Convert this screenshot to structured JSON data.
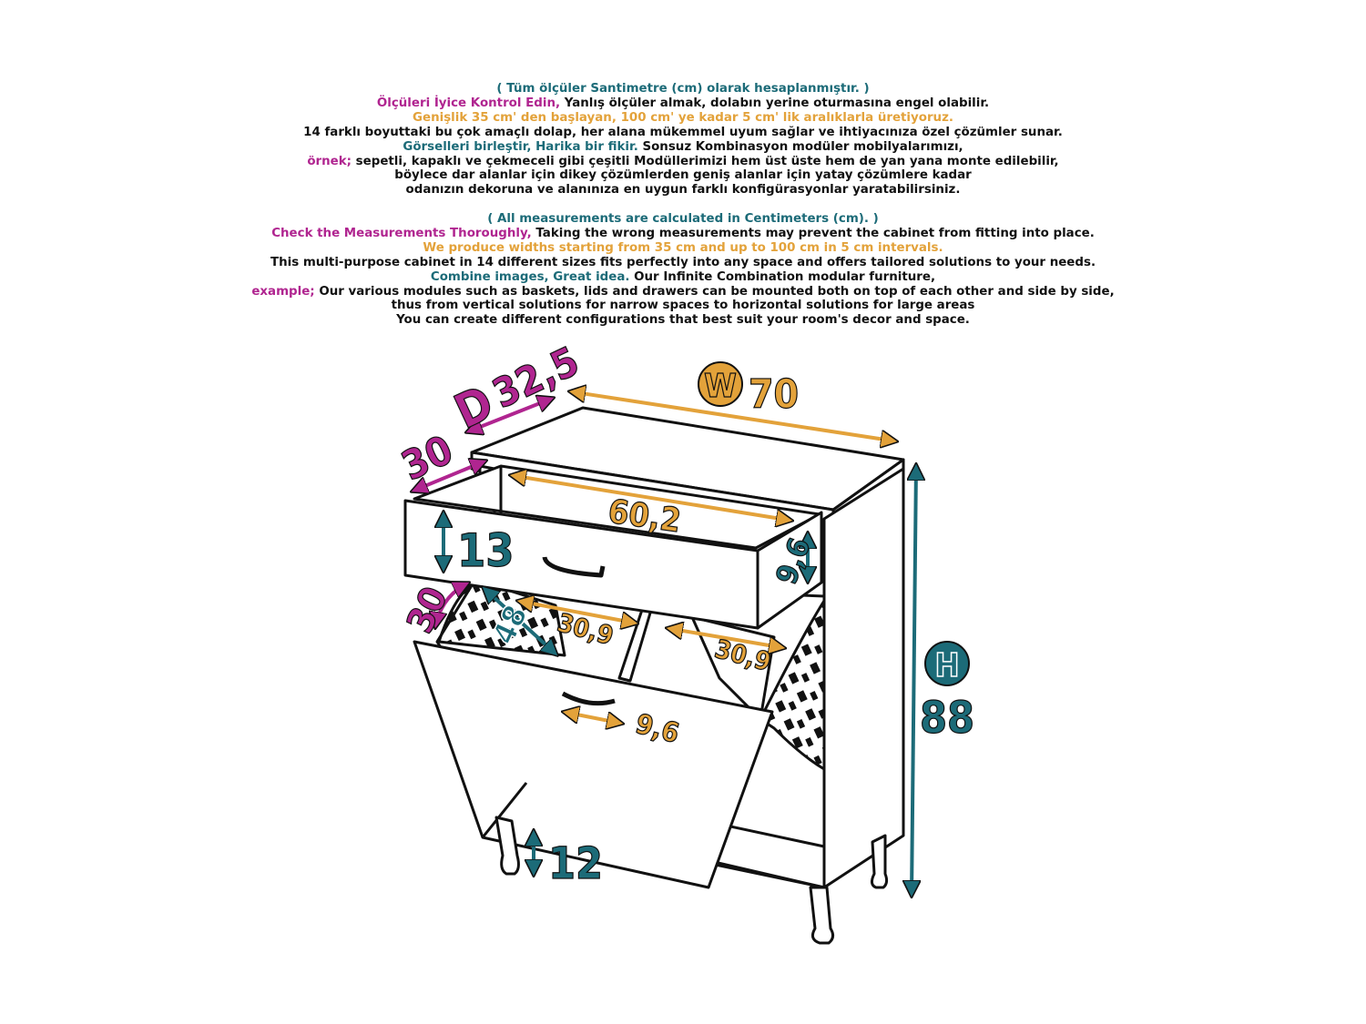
{
  "colors": {
    "teal": "#1c6b78",
    "magenta": "#b02590",
    "gold": "#e3a23a",
    "ink": "#111111"
  },
  "turkish": {
    "l1": "( Tüm ölçüler Santimetre (cm) olarak hesaplanmıştır. )",
    "l2a": "Ölçüleri İyice Kontrol Edin,",
    "l2b": " Yanlış ölçüler almak, dolabın yerine oturmasına engel olabilir.",
    "l3": "Genişlik 35 cm' den başlayan, 100 cm' ye kadar 5 cm' lik aralıklarla üretiyoruz.",
    "l4": "14 farklı boyuttaki bu çok amaçlı dolap, her alana mükemmel uyum sağlar ve ihtiyacınıza özel çözümler sunar.",
    "l5a": "Görselleri birleştir, Harika bir fikir.",
    "l5b": " Sonsuz Kombinasyon modüler mobilyalarımızı,",
    "l6a": "örnek;",
    "l6b": " sepetli, kapaklı ve çekmeceli gibi çeşitli Modüllerimizi hem üst üste hem de yan yana monte edilebilir,",
    "l7": "böylece dar alanlar için dikey çözümlerden geniş alanlar için yatay çözümlere kadar",
    "l8": "odanızın dekoruna ve alanınıza en uygun farklı konfigürasyonlar yaratabilirsiniz."
  },
  "english": {
    "l1": "( All measurements are calculated in Centimeters (cm). )",
    "l2a": "Check the Measurements Thoroughly,",
    "l2b": " Taking the wrong measurements may prevent the cabinet from fitting into place.",
    "l3": "We produce widths starting from 35 cm and up to 100 cm in 5 cm intervals.",
    "l4": "This multi-purpose cabinet in 14 different sizes fits perfectly into any space and offers tailored solutions to your needs.",
    "l5a": "Combine images, Great idea.",
    "l5b": " Our Infinite Combination modular furniture,",
    "l6a": "example;",
    "l6b": " Our various modules such as baskets, lids and drawers can be mounted both on top of each other and side by side,",
    "l7": "thus from vertical solutions for narrow spaces to horizontal solutions for large areas",
    "l8": "You can create different configurations that best suit your room's decor and space."
  },
  "dimensions": {
    "width_letter": "W",
    "width_value": "70",
    "depth_letter": "D",
    "depth_value": "32,5",
    "top_depth": "30",
    "drawer_inner_width": "60,2",
    "drawer_height": "13",
    "drawer_inner_height": "9,6",
    "basket_depth": "30",
    "basket_diagonal": "48",
    "basket_left_width": "30,9",
    "basket_right_width": "30,9",
    "flap_offset": "9,6",
    "height_letter": "H",
    "height_value": "88",
    "leg_height": "12"
  }
}
